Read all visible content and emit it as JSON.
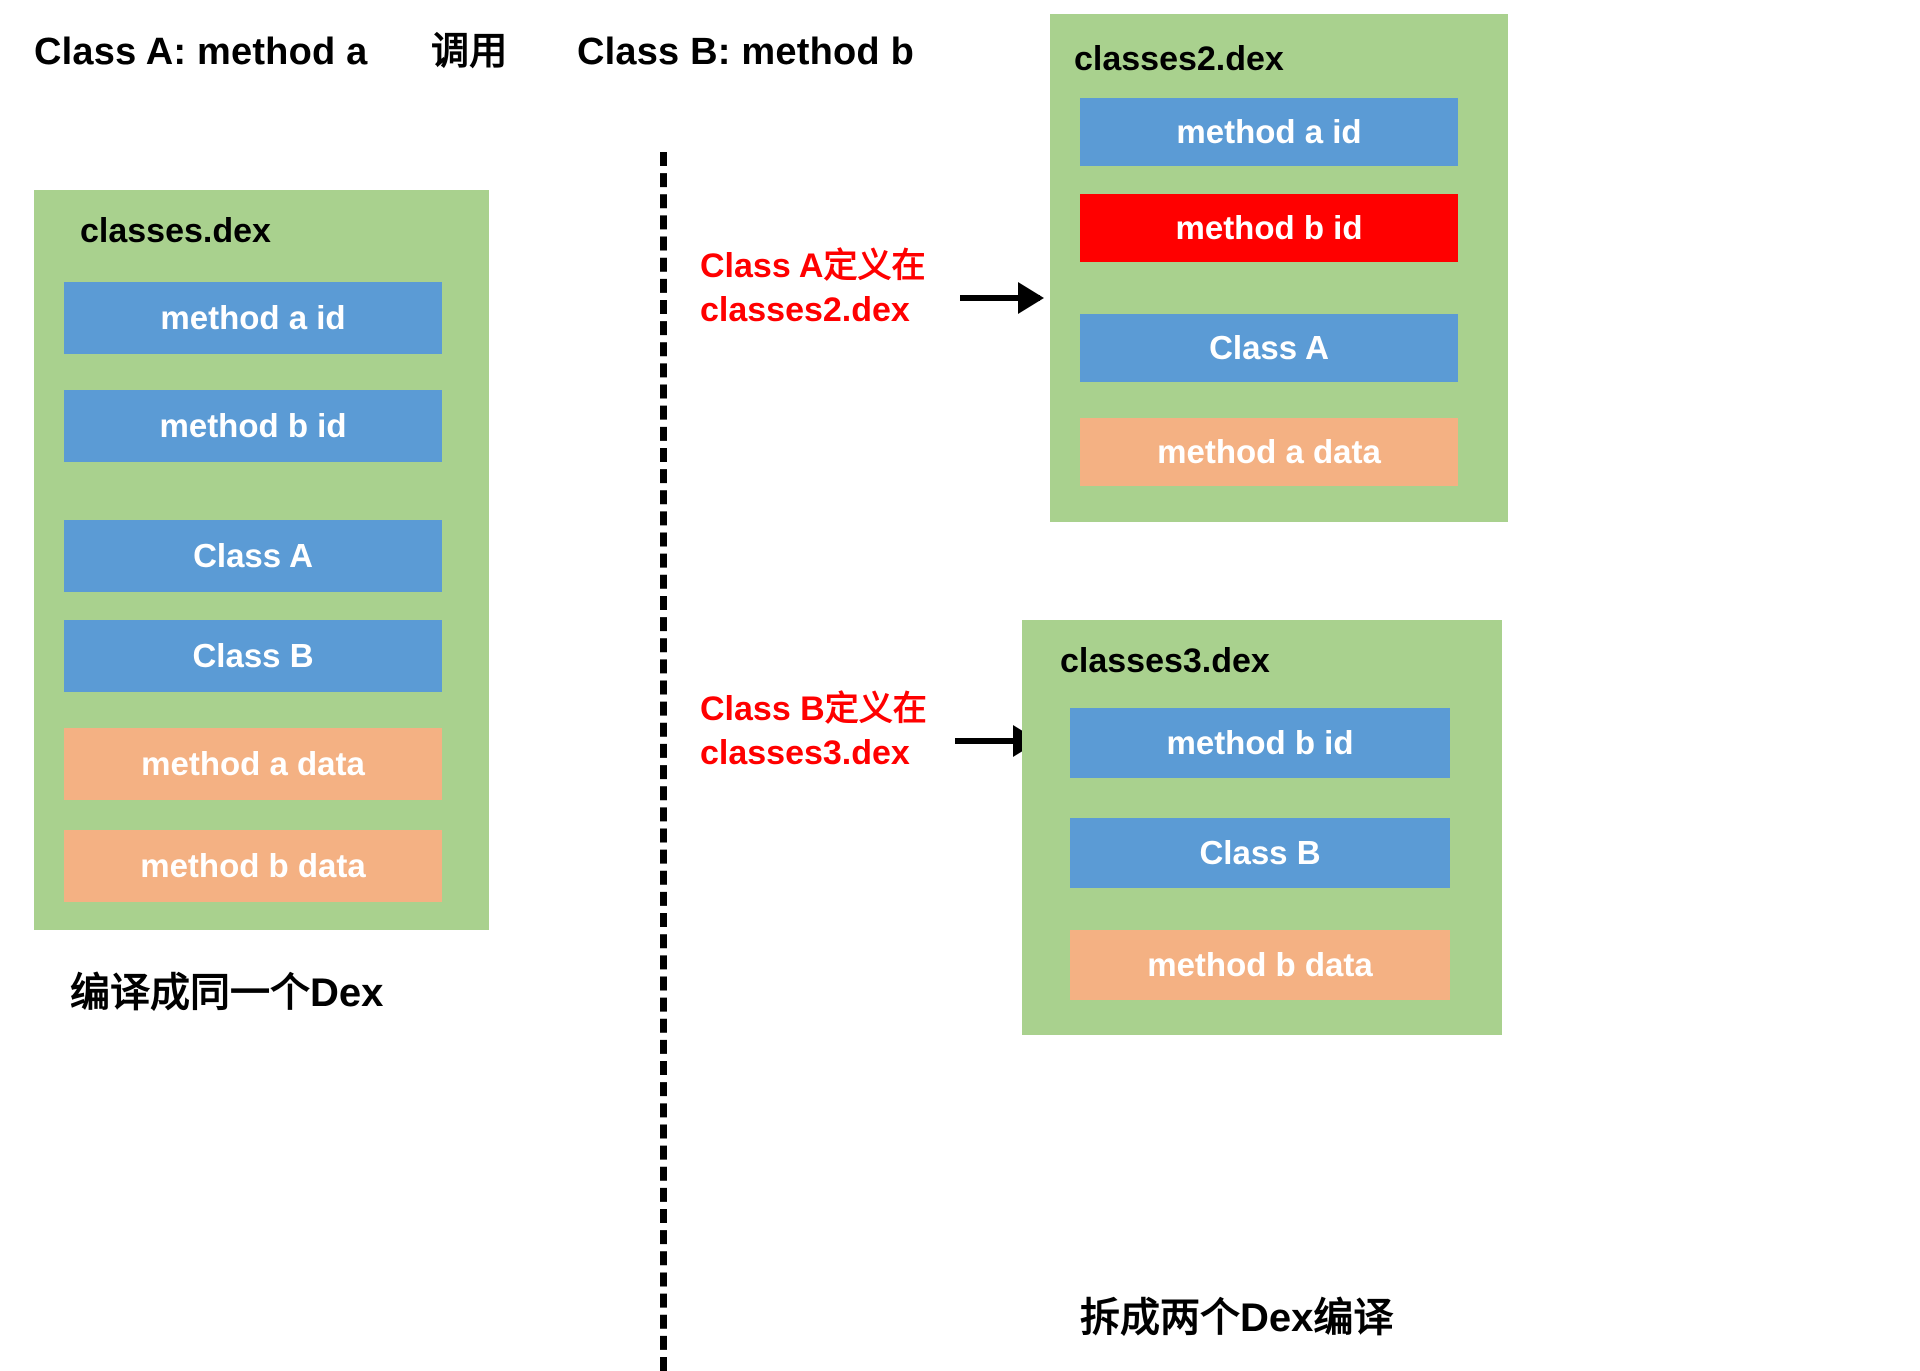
{
  "header": {
    "left_class": "Class A:  method a",
    "relation": "调用",
    "right_class": "Class B: method b"
  },
  "colors": {
    "panel_green": "#a9d18e",
    "row_blue": "#5b9bd5",
    "row_orange": "#f4b183",
    "row_red": "#ff0000",
    "annotation_red": "#ff0000",
    "text_black": "#000000",
    "row_text_white": "#ffffff",
    "background": "#ffffff"
  },
  "left_side": {
    "panel": {
      "title": "classes.dex",
      "rows": [
        {
          "label": "method a id",
          "kind": "blue"
        },
        {
          "label": "method b id",
          "kind": "blue"
        },
        {
          "label": "Class A",
          "kind": "blue"
        },
        {
          "label": "Class B",
          "kind": "blue"
        },
        {
          "label": "method a data",
          "kind": "orange"
        },
        {
          "label": "method b data",
          "kind": "orange"
        }
      ]
    },
    "caption": "编译成同一个Dex"
  },
  "right_side": {
    "annotations": [
      {
        "line1": "Class A定义在",
        "line2": "classes2.dex"
      },
      {
        "line1": "Class B定义在",
        "line2": "classes3.dex"
      }
    ],
    "panels": [
      {
        "title": "classes2.dex",
        "rows": [
          {
            "label": "method a id",
            "kind": "blue"
          },
          {
            "label": "method b id",
            "kind": "red"
          },
          {
            "label": "Class A",
            "kind": "blue"
          },
          {
            "label": "method a data",
            "kind": "orange"
          }
        ]
      },
      {
        "title": "classes3.dex",
        "rows": [
          {
            "label": "method b id",
            "kind": "blue"
          },
          {
            "label": "Class B",
            "kind": "blue"
          },
          {
            "label": "method b data",
            "kind": "orange"
          }
        ]
      }
    ],
    "caption": "拆成两个Dex编译"
  }
}
